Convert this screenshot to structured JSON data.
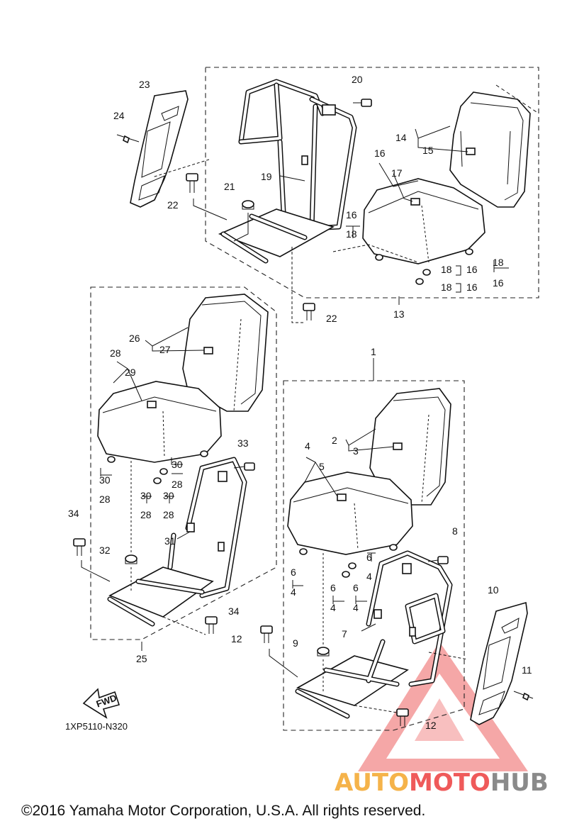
{
  "diagram_code": "1XP5110-N320",
  "copyright": "©2016 Yamaha Motor Corporation, U.S.A. All rights reserved.",
  "fwd_label": "FWD",
  "watermark": {
    "part1": "AUTO",
    "part2": "MOTO",
    "part3": "HUB",
    "color_auto": "#f5b34a",
    "color_moto": "#ef5a5a",
    "color_hub": "#8a8a8a"
  },
  "callouts": {
    "c1": "1",
    "c2": "2",
    "c3": "3",
    "c4a": "4",
    "c4b": "4",
    "c4c": "4",
    "c4d": "4",
    "c4e": "4",
    "c5": "5",
    "c6a": "6",
    "c6b": "6",
    "c6c": "6",
    "c6d": "6",
    "c7": "7",
    "c8": "8",
    "c9": "9",
    "c10": "10",
    "c11": "11",
    "c12a": "12",
    "c12b": "12",
    "c13": "13",
    "c14": "14",
    "c15": "15",
    "c16a": "16",
    "c16b": "16",
    "c16c": "16",
    "c16d": "16",
    "c16e": "16",
    "c17": "17",
    "c18a": "18",
    "c18b": "18",
    "c18c": "18",
    "c18d": "18",
    "c19": "19",
    "c20": "20",
    "c21": "21",
    "c22a": "22",
    "c22b": "22",
    "c23": "23",
    "c24": "24",
    "c25": "25",
    "c26": "26",
    "c27": "27",
    "c28a": "28",
    "c28b": "28",
    "c28c": "28",
    "c28d": "28",
    "c28e": "28",
    "c29": "29",
    "c30a": "30",
    "c30b": "30",
    "c30c": "30",
    "c30d": "30",
    "c31": "31",
    "c32": "32",
    "c33": "33",
    "c34a": "34",
    "c34b": "34"
  }
}
